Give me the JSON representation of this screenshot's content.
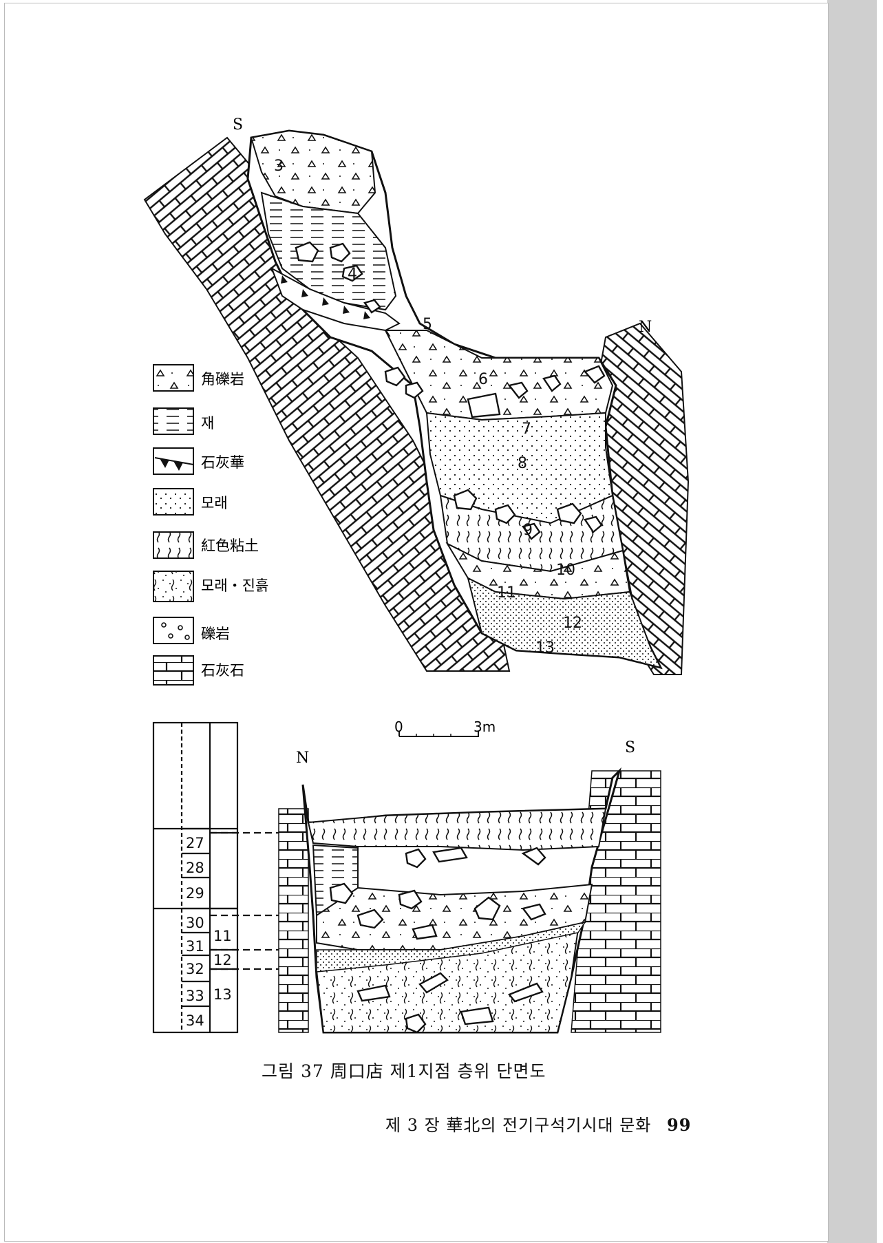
{
  "figure": {
    "top_section": {
      "south_label": "S",
      "north_label": "N",
      "layer_numbers": [
        "3",
        "4",
        "5",
        "6",
        "7",
        "8",
        "9",
        "10",
        "11",
        "12",
        "13"
      ]
    },
    "legend": {
      "items": [
        {
          "pattern": "breccia",
          "label": "角礫岩"
        },
        {
          "pattern": "ash",
          "label": "재"
        },
        {
          "pattern": "travertine",
          "label": "石灰華"
        },
        {
          "pattern": "sand",
          "label": "모래"
        },
        {
          "pattern": "red-clay",
          "label": "紅色粘土"
        },
        {
          "pattern": "sand-silt",
          "label": "모래・진흙"
        },
        {
          "pattern": "conglomerate",
          "label": "礫岩"
        },
        {
          "pattern": "limestone",
          "label": "石灰石"
        }
      ]
    },
    "scale_bar": {
      "start": "0",
      "end": "3m"
    },
    "bottom_section": {
      "north_label": "N",
      "south_label": "S",
      "column_layers": [
        "27",
        "28",
        "29",
        "30",
        "31",
        "32",
        "33",
        "34"
      ],
      "correlation_layers": [
        "11",
        "12",
        "13"
      ]
    }
  },
  "caption": "그림 37 周口店 제1지점 층위 단면도",
  "footer": {
    "chapter": "제 3 장 華北의 전기구석기시대 문화",
    "page_number": "99"
  }
}
